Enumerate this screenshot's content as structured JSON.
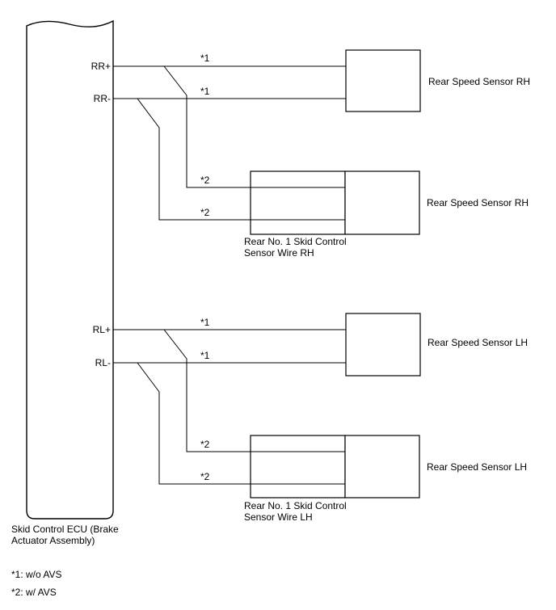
{
  "ecu": {
    "label_line1": "Skid Control ECU (Brake",
    "label_line2": "Actuator Assembly)"
  },
  "pins": {
    "rr_plus": "RR+",
    "rr_minus": "RR-",
    "rl_plus": "RL+",
    "rl_minus": "RL-"
  },
  "wire_marks": {
    "without_avs": "*1",
    "with_avs": "*2"
  },
  "components": {
    "sensor_rh": "Rear Speed Sensor RH",
    "sensor_lh": "Rear Speed Sensor LH",
    "wire_rh_line1": "Rear No. 1 Skid Control",
    "wire_rh_line2": "Sensor Wire RH",
    "wire_lh_line1": "Rear No. 1 Skid Control",
    "wire_lh_line2": "Sensor Wire LH"
  },
  "legend": {
    "note1": "*1: w/o AVS",
    "note2": "*2: w/ AVS"
  }
}
